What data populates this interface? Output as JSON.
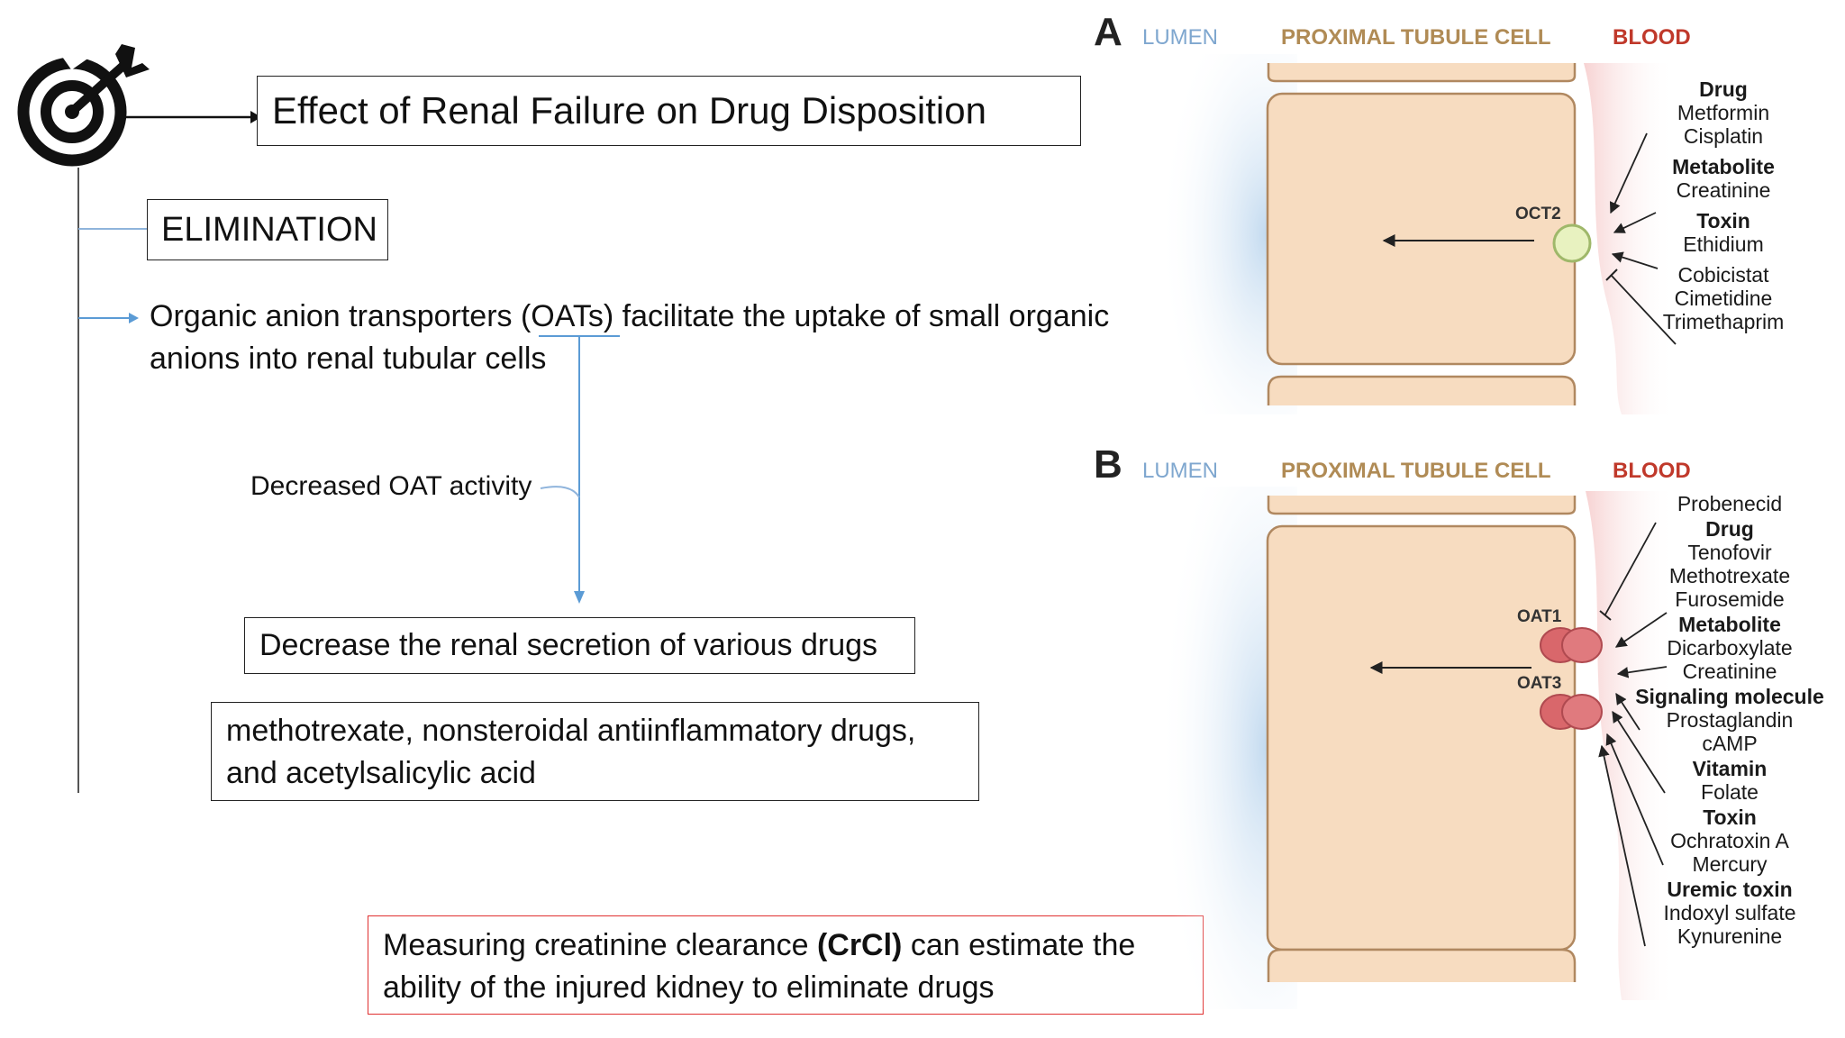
{
  "slide": {
    "title": "Effect of Renal Failure on Drug Disposition",
    "section": "ELIMINATION",
    "oat_line1": "Organic anion transporters (OATs) facilitate the uptake of small organic",
    "oat_line2": "anions into renal tubular cells",
    "arrow_label": "Decreased OAT activity",
    "result": "Decrease the renal secretion of various drugs",
    "drugs_line1": "methotrexate, nonsteroidal antiinflammatory drugs,",
    "drugs_line2": "and acetylsalicylic acid",
    "crcl_pre": "Measuring creatinine clearance ",
    "crcl_bold": "(CrCl)",
    "crcl_post": " can estimate the",
    "crcl_line2": "ability of the injured kidney to eliminate drugs"
  },
  "figure": {
    "panel_a": {
      "letter": "A",
      "lumen": "LUMEN",
      "cell": "PROXIMAL TUBULE CELL",
      "blood": "BLOOD",
      "transporter": "OCT2",
      "groups": [
        {
          "head": "Drug",
          "items": [
            "Metformin",
            "Cisplatin"
          ]
        },
        {
          "head": "Metabolite",
          "items": [
            "Creatinine"
          ]
        },
        {
          "head": "Toxin",
          "items": [
            "Ethidium"
          ]
        },
        {
          "head": "",
          "items": [
            "Cobicistat",
            "Cimetidine",
            "Trimethaprim"
          ]
        }
      ]
    },
    "panel_b": {
      "letter": "B",
      "lumen": "LUMEN",
      "cell": "PROXIMAL TUBULE CELL",
      "blood": "BLOOD",
      "transporter1": "OAT1",
      "transporter2": "OAT3",
      "groups": [
        {
          "head": "",
          "items": [
            "Probenecid"
          ]
        },
        {
          "head": "Drug",
          "items": [
            "Tenofovir",
            "Methotrexate",
            "Furosemide"
          ]
        },
        {
          "head": "Metabolite",
          "items": [
            "Dicarboxylate",
            "Creatinine"
          ]
        },
        {
          "head": "Signaling molecule",
          "items": [
            "Prostaglandin",
            "cAMP"
          ]
        },
        {
          "head": "Vitamin",
          "items": [
            "Folate"
          ]
        },
        {
          "head": "Toxin",
          "items": [
            "Ochratoxin A",
            "Mercury"
          ]
        },
        {
          "head": "Uremic toxin",
          "items": [
            "Indoxyl sulfate",
            "Kynurenine"
          ]
        }
      ]
    }
  },
  "colors": {
    "lumen": "#7fa7cf",
    "cell_label": "#b08b55",
    "blood": "#c0392b",
    "connector": "#5b9bd5",
    "crcl_border": "#e03030",
    "cell_fill": "#f7dcc0",
    "cell_stroke": "#b08860"
  }
}
